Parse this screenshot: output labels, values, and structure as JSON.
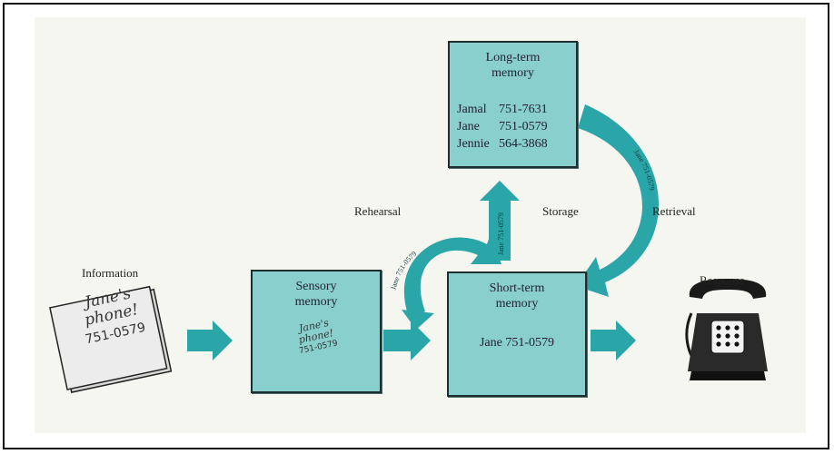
{
  "labels": {
    "information": "Information",
    "rehearsal": "Rehearsal",
    "storage": "Storage",
    "retrieval": "Retrieval",
    "response": "Response"
  },
  "boxes": {
    "long_term": {
      "title_line1": "Long-term",
      "title_line2": "memory",
      "entries": [
        {
          "name": "Jamal",
          "number": "751-7631"
        },
        {
          "name": "Jane",
          "number": "751-0579"
        },
        {
          "name": "Jennie",
          "number": "564-3868"
        }
      ]
    },
    "sensory": {
      "title_line1": "Sensory",
      "title_line2": "memory",
      "note_line1": "Jane's",
      "note_line2": "phone!",
      "note_line3": "751-0579"
    },
    "short_term": {
      "title_line1": "Short-term",
      "title_line2": "memory",
      "content": "Jane 751-0579"
    }
  },
  "info_note": {
    "line1": "Jane's",
    "line2": "phone!",
    "line3": "751-0579"
  },
  "arrow_text": {
    "rehearsal": "Jane 751-0579",
    "storage": "Jane 751-0579",
    "retrieval": "Jane 751-0579"
  },
  "colors": {
    "box_fill": "#89cfcd",
    "arrow": "#2aa6a8",
    "page_bg": "#f6f6f1"
  }
}
